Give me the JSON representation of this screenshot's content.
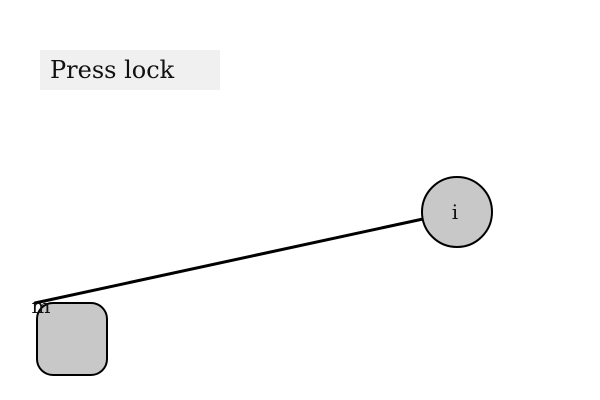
{
  "instruction": {
    "text": "Press lock"
  },
  "nodes": {
    "circle": {
      "label": "i",
      "fill": "#c8c8c8",
      "stroke": "#000000"
    },
    "square": {
      "label": "m",
      "fill": "#c8c8c8",
      "stroke": "#000000"
    }
  },
  "edge": {
    "color": "#000000"
  }
}
